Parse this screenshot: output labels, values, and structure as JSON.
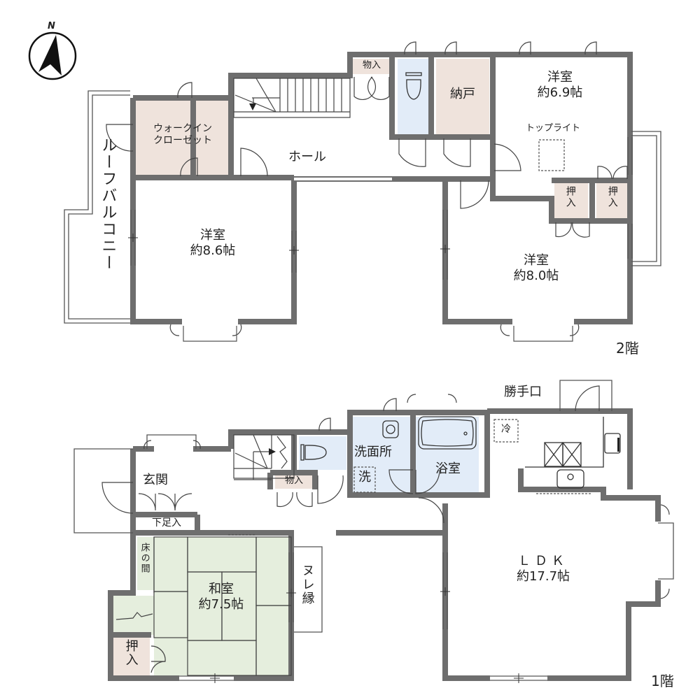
{
  "compass": {
    "label": "N"
  },
  "floor2": {
    "floor_label": "2階",
    "rooms": {
      "walk_in_closet": {
        "line1": "ウォークイン",
        "line2": "クローゼット"
      },
      "roof_balcony": {
        "label": "ルーフバルコニー"
      },
      "hall": {
        "label": "ホール"
      },
      "storage_small": {
        "label": "物入"
      },
      "closet_nando": {
        "label": "納戸"
      },
      "western_room_ne": {
        "name": "洋室",
        "size": "約6.9帖",
        "feature": "トップライト"
      },
      "oshiire_left": {
        "label": "押入"
      },
      "oshiire_right": {
        "label": "押入"
      },
      "western_room_w": {
        "name": "洋室",
        "size": "約8.6帖"
      },
      "western_room_e": {
        "name": "洋室",
        "size": "約8.0帖"
      }
    }
  },
  "floor1": {
    "floor_label": "1階",
    "rooms": {
      "service_entrance": {
        "label": "勝手口"
      },
      "fridge": {
        "label": "冷"
      },
      "entrance": {
        "label": "玄関"
      },
      "shoe_closet": {
        "label": "下足入"
      },
      "storage_small": {
        "label": "物入"
      },
      "washroom": {
        "label": "洗面所"
      },
      "washer": {
        "label": "洗"
      },
      "bathroom": {
        "label": "浴室"
      },
      "tokonoma": {
        "label": "床の間"
      },
      "japanese_room": {
        "name": "和室",
        "size": "約7.5帖"
      },
      "nureen": {
        "label": "ヌレ縁"
      },
      "oshiire": {
        "label": "押入"
      },
      "ldk": {
        "name": "ＬＤＫ",
        "size": "約17.7帖"
      }
    }
  },
  "colors": {
    "wall": "#6e6e6e",
    "storage": "#efe3dc",
    "water": "#e2ecf8",
    "tatami": "#e5eedd"
  }
}
